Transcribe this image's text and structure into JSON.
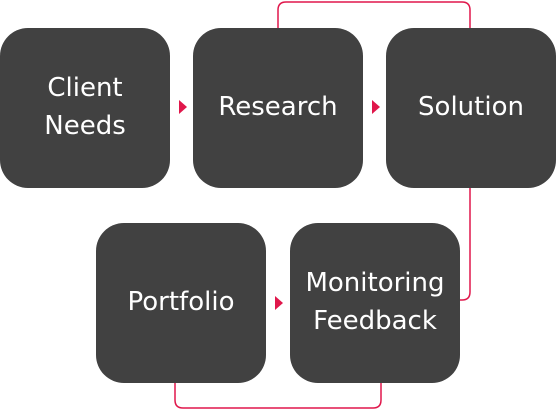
{
  "colors": {
    "node_fill": "#414141",
    "node_text": "#ffffff",
    "connector": "#e0174b"
  },
  "nodes": [
    {
      "label": "Client\nNeeds"
    },
    {
      "label": "Research"
    },
    {
      "label": "Solution"
    },
    {
      "label": "Portfolio"
    },
    {
      "label": "Monitoring\nFeedback"
    }
  ]
}
